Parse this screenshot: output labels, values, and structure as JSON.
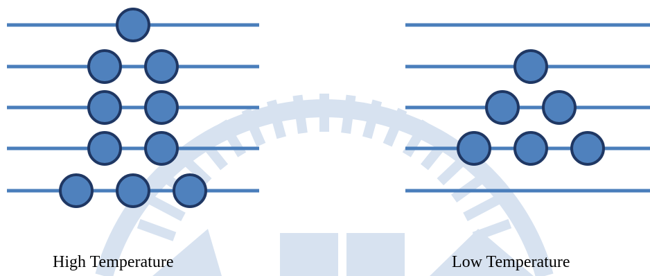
{
  "colors": {
    "level_line": "#4a7ebb",
    "particle_fill": "#4f81bd",
    "particle_stroke": "#1f3763",
    "watermark": "#b8cce4"
  },
  "panels": [
    {
      "id": "high",
      "label": "High Temperature",
      "levels": [
        {
          "particles": 1
        },
        {
          "particles": 2
        },
        {
          "particles": 2
        },
        {
          "particles": 2
        },
        {
          "particles": 3
        }
      ]
    },
    {
      "id": "low",
      "label": "Low Temperature",
      "levels": [
        {
          "particles": 0
        },
        {
          "particles": 1
        },
        {
          "particles": 2
        },
        {
          "particles": 3
        },
        {
          "particles": 0
        }
      ]
    }
  ]
}
